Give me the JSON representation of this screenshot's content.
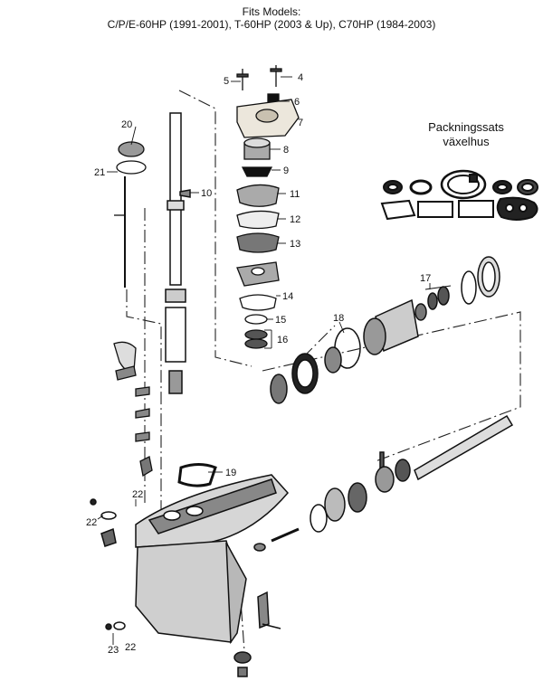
{
  "header": {
    "line1": "Fits Models:",
    "line2": "C/P/E-60HP (1991-2001), T-60HP (2003 & Up), C70HP (1984-2003)"
  },
  "kit": {
    "title_line1": "Packningssats",
    "title_line2": "växelhus"
  },
  "callouts": [
    "4",
    "5",
    "6",
    "7",
    "8",
    "9",
    "10",
    "11",
    "12",
    "13",
    "14",
    "15",
    "16",
    "17",
    "18",
    "19",
    "20",
    "21",
    "22",
    "22",
    "22",
    "23"
  ]
}
